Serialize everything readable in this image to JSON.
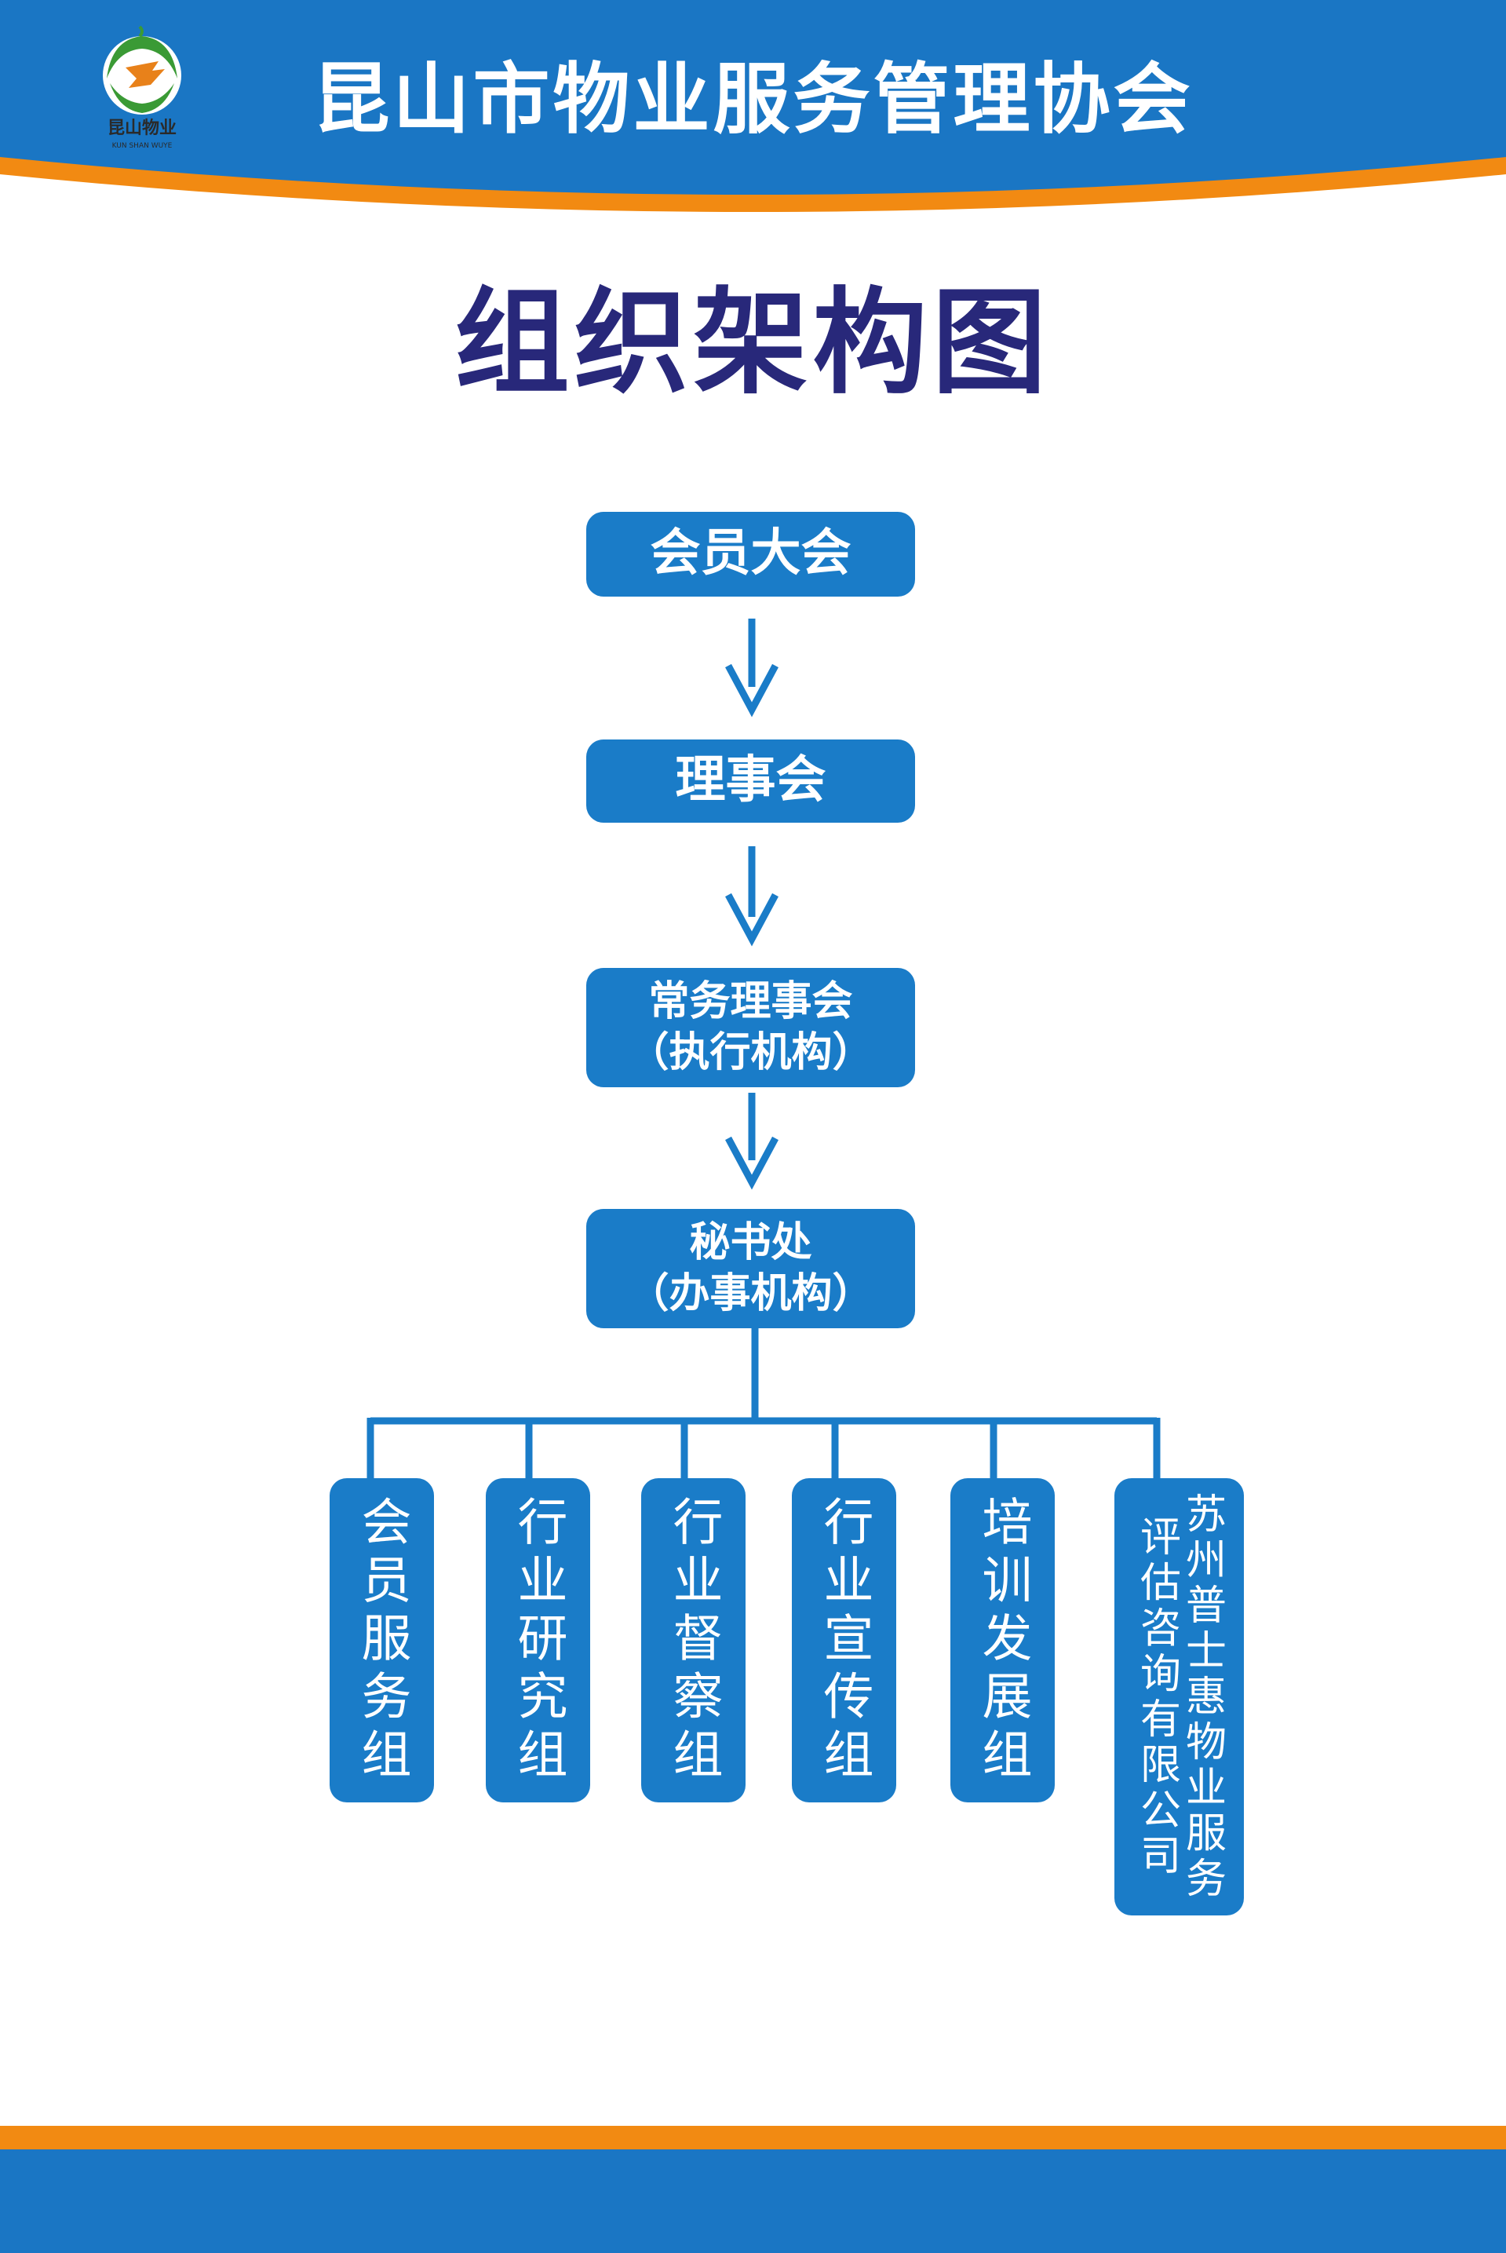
{
  "header": {
    "org_name": "昆山市物业服务管理协会",
    "logo_text": "昆山物业",
    "logo_subtext": "KUN SHAN WUYE"
  },
  "title": "组织架构图",
  "nodes": [
    {
      "line1": "会员大会",
      "line2": ""
    },
    {
      "line1": "理事会",
      "line2": ""
    },
    {
      "line1": "常务理事会",
      "line2": "（执行机构）"
    },
    {
      "line1": "秘书处",
      "line2": "（办事机构）"
    }
  ],
  "groups": [
    {
      "label": "会员服务组"
    },
    {
      "label": "行业研究组"
    },
    {
      "label": "行业督察组"
    },
    {
      "label": "行业宣传组"
    },
    {
      "label": "培训发展组"
    },
    {
      "label_col1": "苏州普士惠物业服务",
      "label_col2": "评估咨询有限公司"
    }
  ],
  "colors": {
    "header_blue": "#1a76c4",
    "accent_orange": "#f28a12",
    "box_blue": "#1a7cc8",
    "connector_blue": "#1a7cc8",
    "title_navy": "#28287a",
    "logo_green": "#3a9a35",
    "logo_orange": "#e8811a"
  }
}
